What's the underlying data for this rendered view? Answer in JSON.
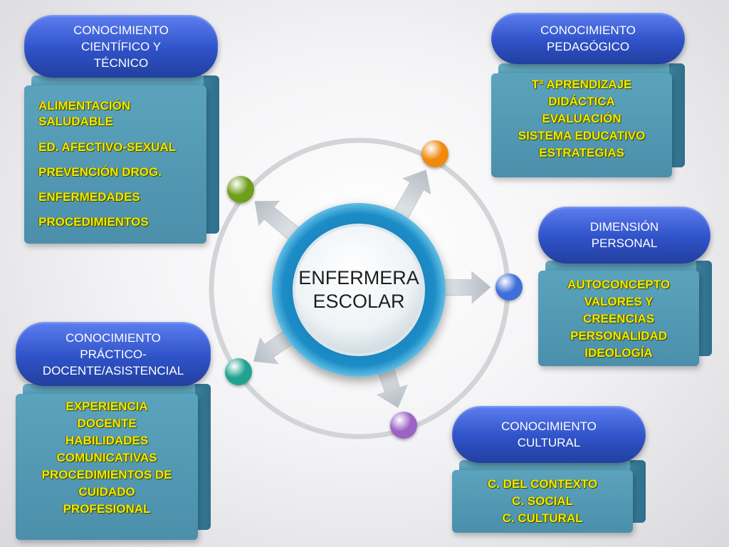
{
  "center": {
    "line1": "ENFERMERA",
    "line2": "ESCOLAR"
  },
  "nodes": [
    {
      "color": "#6f9e1a",
      "direction": "upper-left"
    },
    {
      "color": "#f08a0e",
      "direction": "upper-right"
    },
    {
      "color": "#3f6fd8",
      "direction": "right"
    },
    {
      "color": "#9a63c4",
      "direction": "lower-right"
    },
    {
      "color": "#1fa38f",
      "direction": "lower-left"
    }
  ],
  "cards": {
    "cientifico": {
      "heading": [
        "CONOCIMIENTO",
        "CIENTÍFICO Y",
        "TÉCNICO"
      ],
      "items": [
        "ALIMENTACIÓN SALUDABLE",
        "ED. AFECTIVO-SEXUAL",
        "PREVENCIÓN DROG.",
        "ENFERMEDADES",
        "PROCEDIMIENTOS"
      ]
    },
    "pedagogico": {
      "heading": [
        "CONOCIMIENTO",
        "PEDAGÓGICO"
      ],
      "items": [
        "Tª APRENDIZAJE",
        "DIDÁCTICA",
        "EVALUACIÓN",
        "SISTEMA EDUCATIVO",
        "ESTRATEGIAS"
      ]
    },
    "personal": {
      "heading": [
        "DIMENSIÓN",
        "PERSONAL"
      ],
      "items": [
        "AUTOCONCEPTO",
        "VALORES Y",
        "CREENCIAS",
        "PERSONALIDAD",
        "IDEOLOGÍA"
      ]
    },
    "practico": {
      "heading": [
        "CONOCIMIENTO",
        "PRÁCTICO-",
        "DOCENTE/ASISTENCIAL"
      ],
      "items": [
        "EXPERIENCIA",
        "DOCENTE",
        "HABILIDADES",
        "COMUNICATIVAS",
        "PROCEDIMIENTOS DE",
        "CUIDADO",
        "PROFESIONAL"
      ]
    },
    "cultural": {
      "heading": [
        "CONOCIMIENTO",
        "CULTURAL"
      ],
      "items": [
        "C. DEL CONTEXTO",
        "C. SOCIAL",
        "C. CULTURAL"
      ]
    }
  },
  "colors": {
    "item_text": "#f7e600",
    "pill": "#2f52c8",
    "box": "#4b8fab",
    "hub": "#1d8dc7"
  }
}
